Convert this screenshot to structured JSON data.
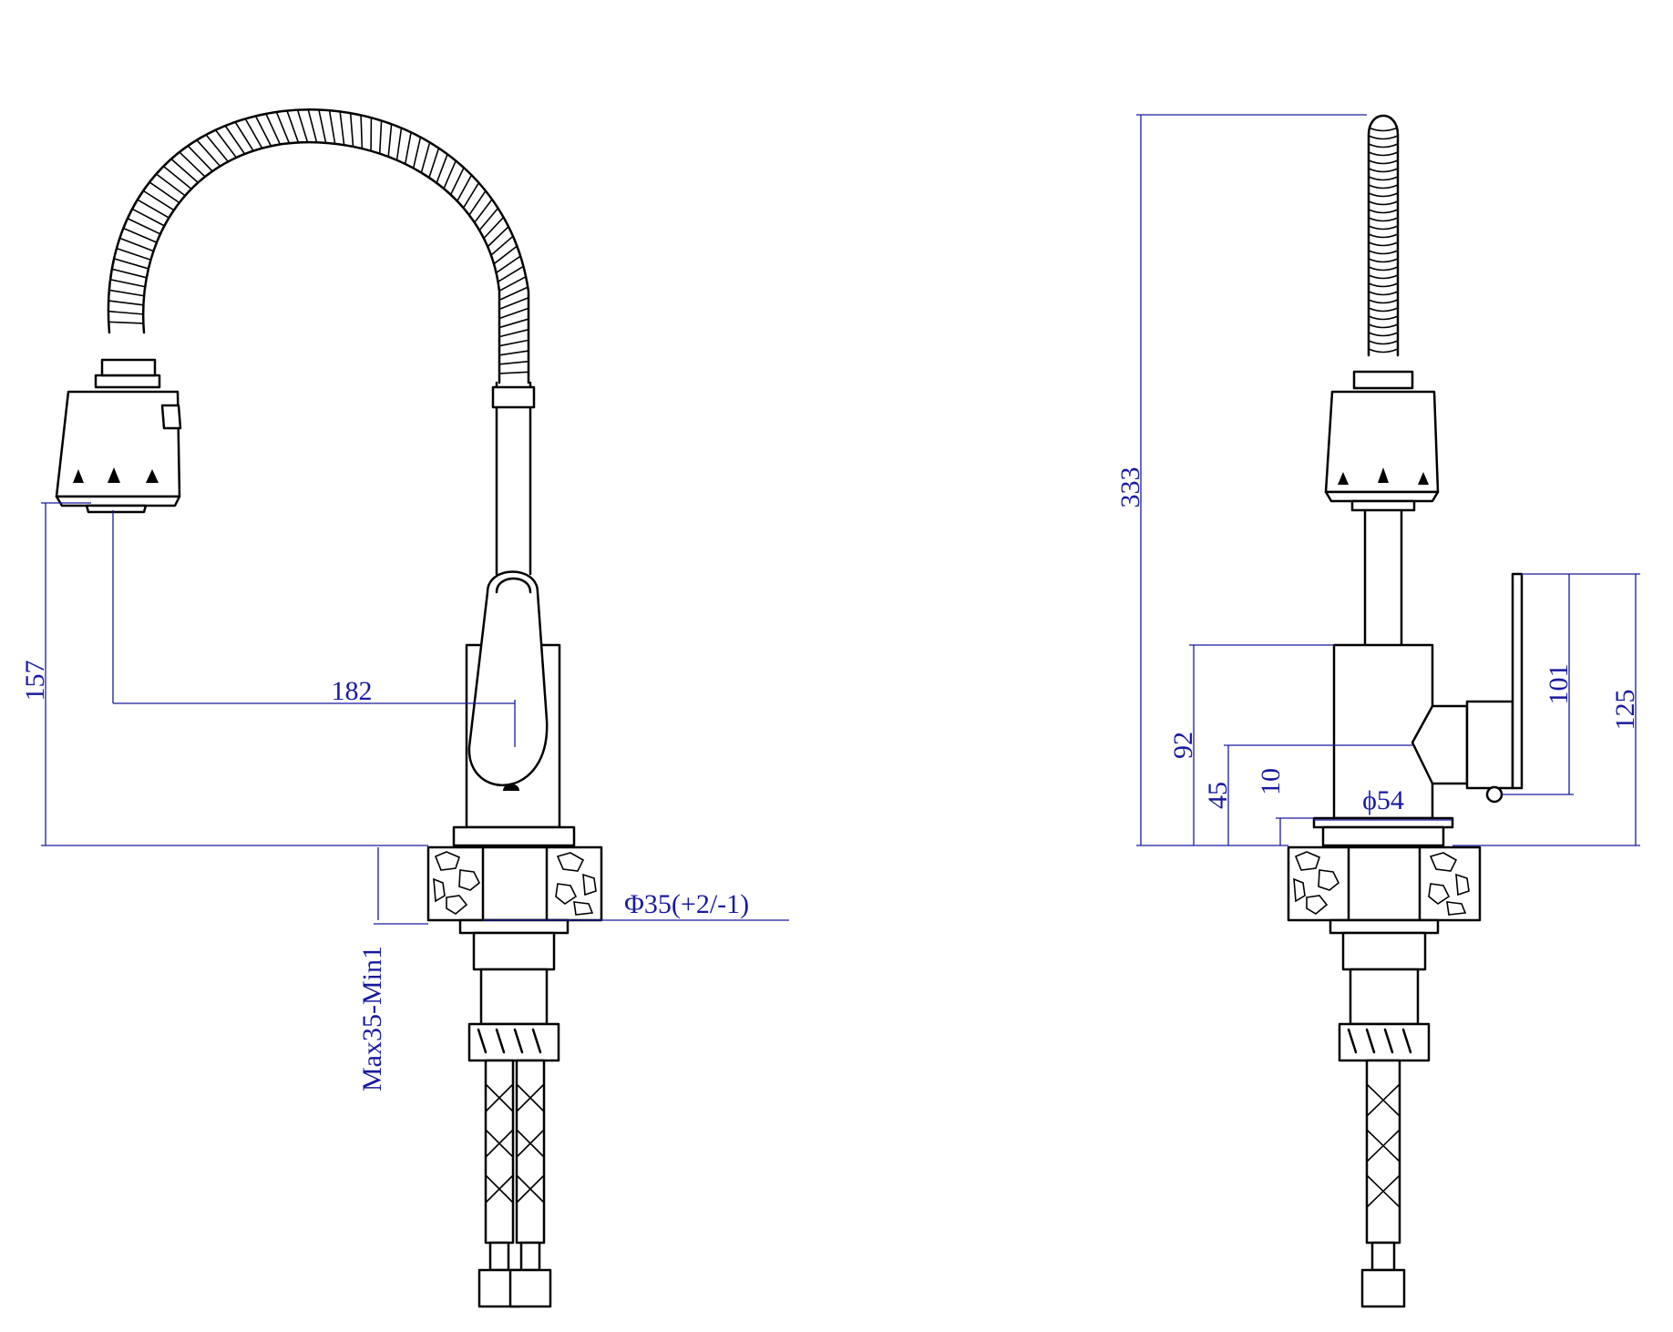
{
  "dimensions": {
    "front_height": "157",
    "front_reach": "182",
    "hole_diameter": "Φ35(+2/-1)",
    "counter_thickness": "Max35-Min1",
    "total_height": "333",
    "body_height": "92",
    "outlet_height": "45",
    "base_height": "10",
    "base_diameter": "ϕ54",
    "lever_length": "101",
    "lever_top_height": "125"
  },
  "colors": {
    "line": "#000000",
    "dimension": "#1a1aa0",
    "background": "#ffffff"
  }
}
